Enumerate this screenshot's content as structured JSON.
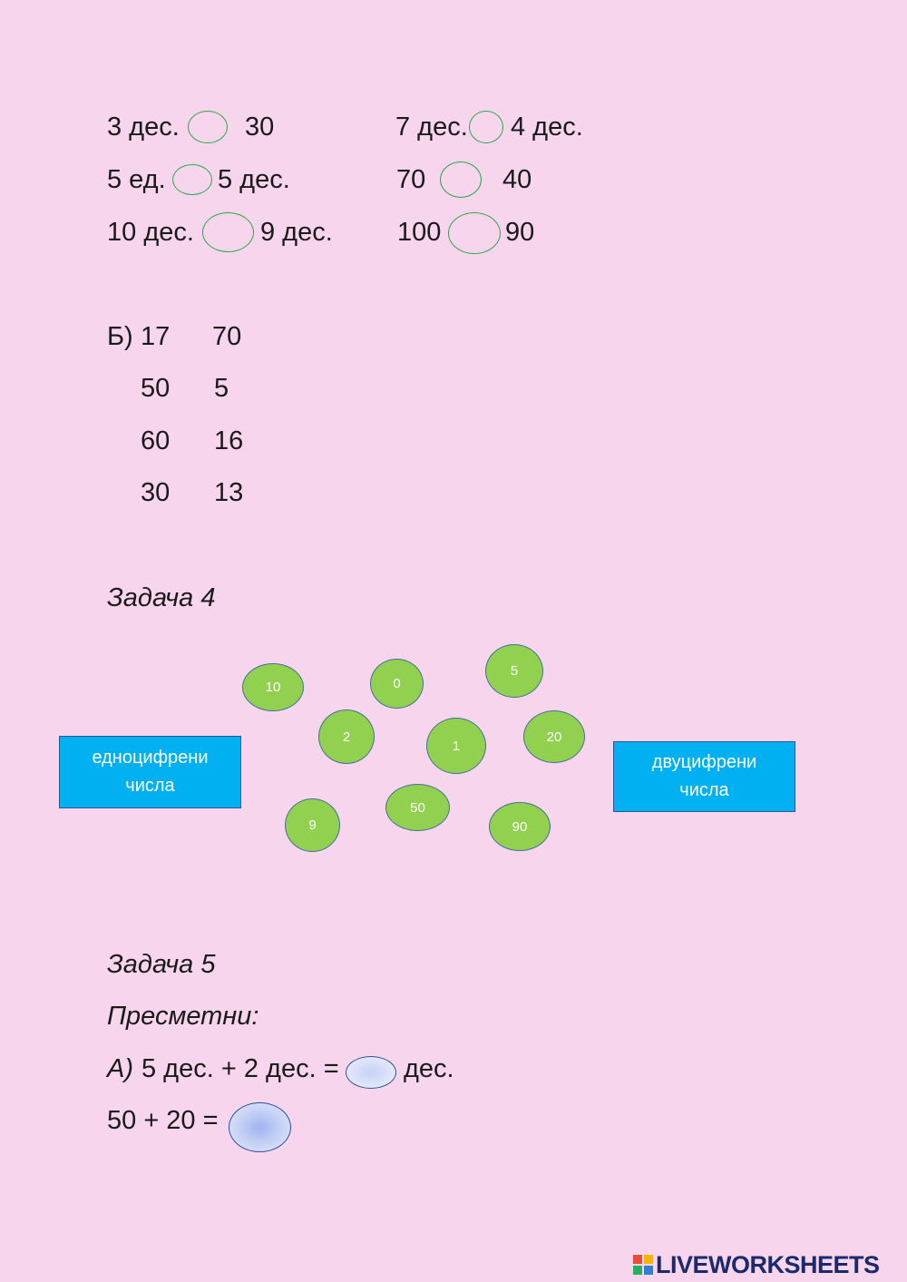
{
  "compare": [
    {
      "left": "3 дес.",
      "right": "30"
    },
    {
      "left": "7 дес.",
      "right": "4 дес."
    },
    {
      "left": "5 ед.",
      "right": "5 дес."
    },
    {
      "left": "70",
      "right": "40"
    },
    {
      "left": "10 дес.",
      "right": "9 дес."
    },
    {
      "left": "100",
      "right": "90"
    }
  ],
  "part_b": {
    "label": "Б)",
    "rows": [
      [
        "17",
        "70"
      ],
      [
        "50",
        "5"
      ],
      [
        "60",
        "16"
      ],
      [
        "30",
        "13"
      ]
    ]
  },
  "task4": {
    "title": "Задача 4",
    "left_box": [
      "едноцифрени",
      "числа"
    ],
    "right_box": [
      "двуцифрени",
      "числа"
    ],
    "numbers": [
      "10",
      "0",
      "5",
      "2",
      "1",
      "20",
      "50",
      "9",
      "90"
    ]
  },
  "task5": {
    "title": "Задача 5",
    "instruction": "Пресметни:",
    "a_label": "А)",
    "a_expr": "5 дес. + 2 дес. =",
    "a_unit": "дес.",
    "b_expr": "50 + 20 ="
  },
  "brand": {
    "name": "LIVEWORKSHEETS",
    "colors": [
      "#e84c3d",
      "#f5b400",
      "#27ae60",
      "#2d7fd1"
    ]
  }
}
